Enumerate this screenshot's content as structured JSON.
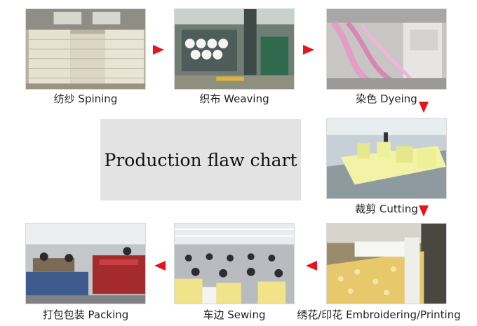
{
  "title": "Production flaw chart",
  "steps": [
    {
      "label": "纺纱 Spining"
    },
    {
      "label": "织布 Weaving"
    },
    {
      "label": "染色 Dyeing"
    },
    {
      "label": "裁剪 Cutting"
    },
    {
      "label": "绣花/印花  Embroidering/Printing"
    },
    {
      "label": "车边  Sewing"
    },
    {
      "label": "打包包装  Packing"
    }
  ],
  "colors": {
    "arrow": "#e8141c",
    "title_box": "#e3e3e3"
  }
}
